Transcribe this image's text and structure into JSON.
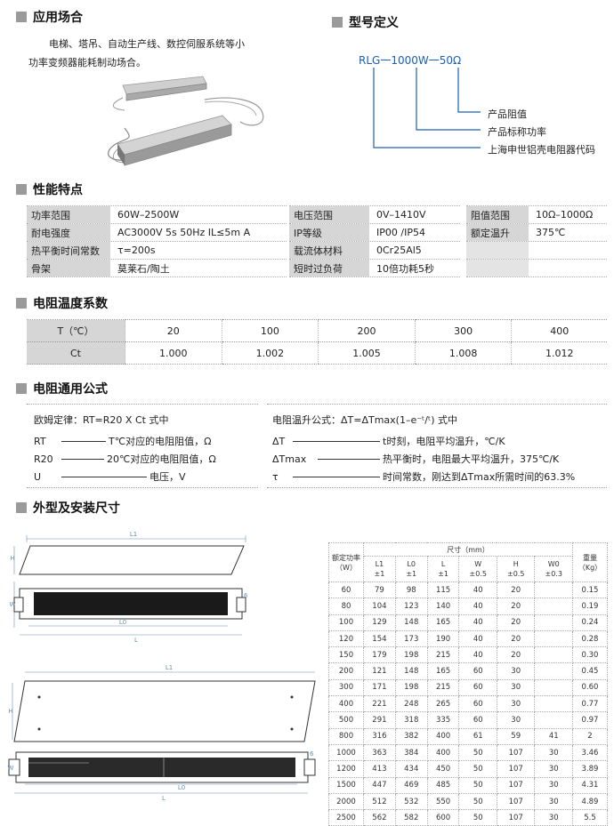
{
  "sections": {
    "application": "应用场合",
    "model": "型号定义",
    "features": "性能特点",
    "temp_coef": "电阻温度系数",
    "formula": "电阻通用公式",
    "dimensions": "外型及安装尺寸"
  },
  "application": {
    "line1": "电梯、塔吊、自动生产线、数控伺服系统等小",
    "line2": "功率变频器能耗制动场合。"
  },
  "model": {
    "code": "RLG一1000W一50Ω",
    "label_resistance": "产品阻值",
    "label_power": "产品标称功率",
    "label_company": "上海申世铝壳电阻器代码"
  },
  "features": {
    "col1": [
      {
        "k": "功率范围",
        "v": "60W–2500W"
      },
      {
        "k": "耐电强度",
        "v": "AC3000V  5s  50Hz  IL≤5m A"
      },
      {
        "k": "热平衡时间常数",
        "v": "τ=200s"
      },
      {
        "k": "骨架",
        "v": "莫莱石/陶土"
      }
    ],
    "col2": [
      {
        "k": "电压范围",
        "v": "0V–1410V"
      },
      {
        "k": "IP等级",
        "v": "IP00 /IP54"
      },
      {
        "k": "载流体材料",
        "v": "0Cr25Al5"
      },
      {
        "k": "短时过负荷",
        "v": "10倍功耗5秒"
      }
    ],
    "col3": [
      {
        "k": "阻值范围",
        "v": "10Ω–1000Ω"
      },
      {
        "k": "额定温升",
        "v": "375℃"
      },
      {
        "k": "",
        "v": ""
      },
      {
        "k": "",
        "v": ""
      }
    ]
  },
  "temp_table": {
    "row1_label": "T（℃）",
    "row1": [
      "20",
      "100",
      "200",
      "300",
      "400"
    ],
    "row2_label": "Ct",
    "row2": [
      "1.000",
      "1.002",
      "1.005",
      "1.008",
      "1.012"
    ]
  },
  "formula": {
    "ohm_title": "欧姆定律：RT=R20 X Ct  式中",
    "rt_sym": "RT",
    "rt_desc": "T℃对应的电阻阻值，Ω",
    "r20_sym": "R20",
    "r20_desc": "20℃对应的电阻阻值，Ω",
    "u_sym": "U",
    "u_desc": "电压，V",
    "rise_title": "电阻温升公式：ΔT=ΔTmax(1–e⁻ᵗ/ᵗ)  式中",
    "dt_sym": "ΔT",
    "dt_desc": "t时刻，电阻平均温升，℃/K",
    "dtmax_sym": "ΔTmax",
    "dtmax_desc": "热平衡时，电阻最大平均温升，375℃/K",
    "tau_sym": "τ",
    "tau_desc": "时间常数，刚达到ΔTmax所需时间的63.3%"
  },
  "drawing_labels": {
    "l1": "L1",
    "l0": "L0",
    "l": "L",
    "w": "W",
    "h": "H",
    "d": "6"
  },
  "dim_table": {
    "h_power": "额定功率",
    "h_power_unit": "（W）",
    "h_size": "尺寸（mm）",
    "h_weight": "重量",
    "h_weight_unit": "（Kg）",
    "cols": [
      {
        "n": "L1",
        "t": "±1"
      },
      {
        "n": "L0",
        "t": "±1"
      },
      {
        "n": "L",
        "t": "±1"
      },
      {
        "n": "W",
        "t": "±0.5"
      },
      {
        "n": "H",
        "t": "±0.5"
      },
      {
        "n": "W0",
        "t": "±0.3"
      }
    ],
    "rows": [
      [
        "60",
        "79",
        "98",
        "115",
        "40",
        "20",
        "",
        "0.15"
      ],
      [
        "80",
        "104",
        "123",
        "140",
        "40",
        "20",
        "",
        "0.19"
      ],
      [
        "100",
        "129",
        "148",
        "165",
        "40",
        "20",
        "",
        "0.24"
      ],
      [
        "120",
        "154",
        "173",
        "190",
        "40",
        "20",
        "",
        "0.28"
      ],
      [
        "150",
        "179",
        "198",
        "215",
        "40",
        "20",
        "",
        "0.30"
      ],
      [
        "200",
        "121",
        "148",
        "165",
        "60",
        "30",
        "",
        "0.45"
      ],
      [
        "300",
        "171",
        "198",
        "215",
        "60",
        "30",
        "",
        "0.60"
      ],
      [
        "400",
        "221",
        "248",
        "265",
        "60",
        "30",
        "",
        "0.77"
      ],
      [
        "500",
        "291",
        "318",
        "335",
        "60",
        "30",
        "",
        "0.97"
      ],
      [
        "800",
        "316",
        "382",
        "400",
        "61",
        "59",
        "41",
        "2"
      ],
      [
        "1000",
        "363",
        "384",
        "400",
        "50",
        "107",
        "30",
        "3.46"
      ],
      [
        "1200",
        "413",
        "434",
        "450",
        "50",
        "107",
        "30",
        "3.89"
      ],
      [
        "1500",
        "447",
        "469",
        "485",
        "50",
        "107",
        "30",
        "4.31"
      ],
      [
        "2000",
        "512",
        "532",
        "550",
        "50",
        "107",
        "30",
        "4.89"
      ],
      [
        "2500",
        "562",
        "582",
        "600",
        "50",
        "107",
        "30",
        "5.5"
      ]
    ]
  }
}
